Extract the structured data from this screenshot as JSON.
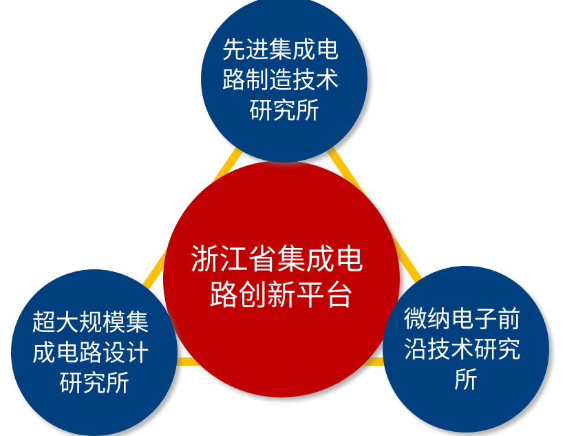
{
  "diagram": {
    "colors": {
      "triangle": "#FFC000",
      "outer_circle": "#003F7E",
      "center_circle": "#C00000",
      "text": "#FFFFFF",
      "shadow": "#8A8A8A"
    },
    "center": {
      "lines": [
        "浙江省集成电",
        "路创新平台"
      ]
    },
    "top": {
      "lines": [
        "先进集成电",
        "路制造技术",
        "研究所"
      ]
    },
    "left": {
      "lines": [
        "超大规模集",
        "成电路设计",
        "研究所"
      ]
    },
    "right": {
      "lines": [
        "微纳电子前",
        "沿技术研究",
        "所"
      ]
    }
  }
}
